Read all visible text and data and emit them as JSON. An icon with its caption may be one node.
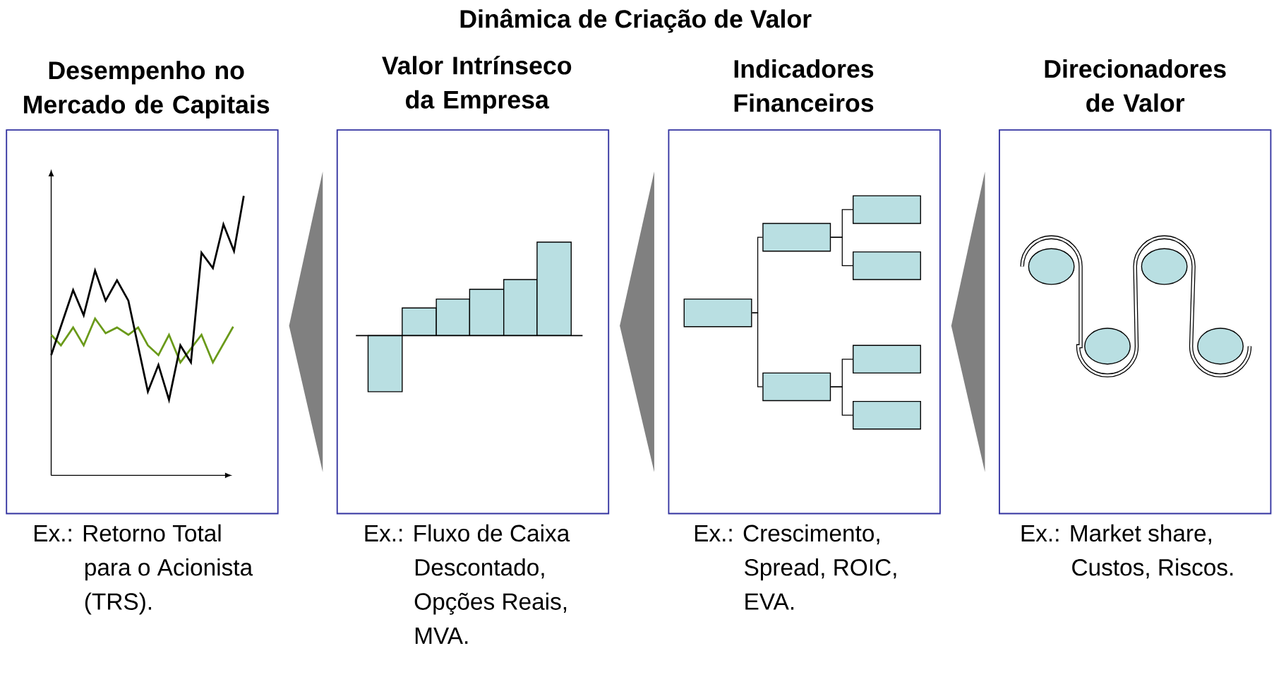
{
  "diagram": {
    "title": "Dinâmica de Criação de Valor",
    "nodes": [
      {
        "text": [
          "Desempenho no Mercado de Capitais"
        ],
        "beside": [
          "Ex.: Retorno Total para o Acionista (TRS)."
        ]
      },
      {
        "text": [
          "Valor Intrínseco da Empresa"
        ],
        "beside": [
          "Ex.: Fluxo de Caixa Descontado, Opções Reais, MVA."
        ]
      },
      {
        "text": [
          "Indicadores Financeiros"
        ],
        "beside": [
          "Ex.: Crescimento, Spread, ROIC, EVA."
        ]
      },
      {
        "text": [
          "Direcionadores de Valor"
        ],
        "beside": [
          "Ex.: Market share, Custos, Riscos."
        ]
      },
      {
        "text": [],
        "shape": "box",
        "in": 2
      },
      {
        "text": [],
        "shape": "box",
        "in": 2
      },
      {
        "text": [],
        "shape": "box",
        "in": 2
      },
      {
        "text": [],
        "shape": "box",
        "in": 2
      },
      {
        "text": [],
        "shape": "box",
        "in": 2
      },
      {
        "text": [],
        "shape": "box",
        "in": 2
      },
      {
        "text": [],
        "shape": "box",
        "in": 2
      }
    ],
    "edges": [
      {
        "from": 1,
        "to": 0,
        "arrow": "to"
      },
      {
        "from": 2,
        "to": 1,
        "arrow": "to"
      },
      {
        "from": 3,
        "to": 2,
        "arrow": "to"
      },
      {
        "from": 4,
        "to": 5,
        "arrow": "none"
      },
      {
        "from": 4,
        "to": 6,
        "arrow": "none"
      },
      {
        "from": 5,
        "to": 7,
        "arrow": "none"
      },
      {
        "from": 5,
        "to": 8,
        "arrow": "none"
      },
      {
        "from": 6,
        "to": 9,
        "arrow": "none"
      },
      {
        "from": 6,
        "to": 10,
        "arrow": "none"
      }
    ]
  }
}
